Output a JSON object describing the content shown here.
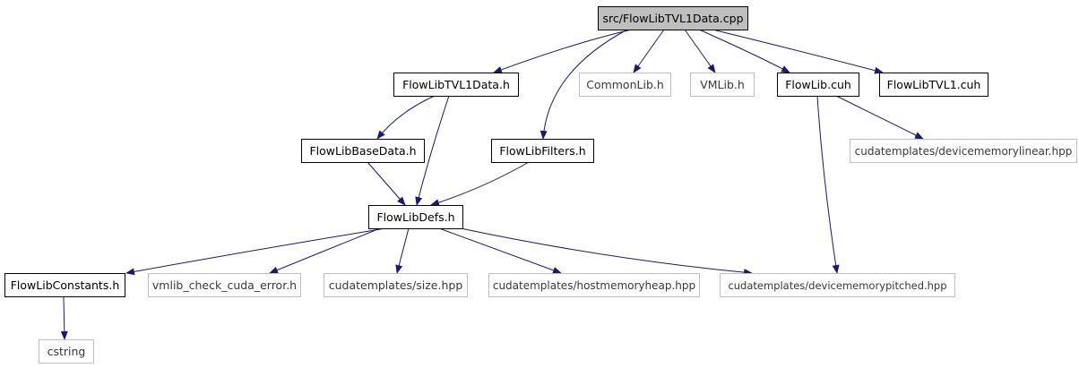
{
  "colors": {
    "edge": "#191970",
    "root_fill": "#bfbfbf",
    "node_border": "#000000",
    "external_border": "#bfbfbf",
    "background": "#ffffff"
  },
  "nodes": [
    {
      "id": "root",
      "label": "src/FlowLibTVL1Data.cpp",
      "kind": "root"
    },
    {
      "id": "tvl1data",
      "label": "FlowLibTVL1Data.h",
      "kind": "file"
    },
    {
      "id": "commonlib",
      "label": "CommonLib.h",
      "kind": "external"
    },
    {
      "id": "vmlib",
      "label": "VMLib.h",
      "kind": "external"
    },
    {
      "id": "flowlibcuh",
      "label": "FlowLib.cuh",
      "kind": "file"
    },
    {
      "id": "tvl1cuh",
      "label": "FlowLibTVL1.cuh",
      "kind": "file"
    },
    {
      "id": "basedata",
      "label": "FlowLibBaseData.h",
      "kind": "file"
    },
    {
      "id": "filters",
      "label": "FlowLibFilters.h",
      "kind": "file"
    },
    {
      "id": "devlinear",
      "label": "cudatemplates/devicememorylinear.hpp",
      "kind": "external"
    },
    {
      "id": "defs",
      "label": "FlowLibDefs.h",
      "kind": "file"
    },
    {
      "id": "constants",
      "label": "FlowLibConstants.h",
      "kind": "file"
    },
    {
      "id": "vmlibcheck",
      "label": "vmlib_check_cuda_error.h",
      "kind": "external"
    },
    {
      "id": "size",
      "label": "cudatemplates/size.hpp",
      "kind": "external"
    },
    {
      "id": "hostheap",
      "label": "cudatemplates/hostmemoryheap.hpp",
      "kind": "external"
    },
    {
      "id": "devpitched",
      "label": "cudatemplates/devicememorypitched.hpp",
      "kind": "external"
    },
    {
      "id": "cstring",
      "label": "cstring",
      "kind": "external"
    }
  ],
  "edges": [
    {
      "from": "root",
      "to": "tvl1data"
    },
    {
      "from": "root",
      "to": "filters"
    },
    {
      "from": "root",
      "to": "commonlib"
    },
    {
      "from": "root",
      "to": "vmlib"
    },
    {
      "from": "root",
      "to": "flowlibcuh"
    },
    {
      "from": "root",
      "to": "tvl1cuh"
    },
    {
      "from": "tvl1data",
      "to": "basedata"
    },
    {
      "from": "tvl1data",
      "to": "defs"
    },
    {
      "from": "basedata",
      "to": "defs"
    },
    {
      "from": "filters",
      "to": "defs"
    },
    {
      "from": "flowlibcuh",
      "to": "devlinear"
    },
    {
      "from": "flowlibcuh",
      "to": "devpitched"
    },
    {
      "from": "defs",
      "to": "constants"
    },
    {
      "from": "defs",
      "to": "vmlibcheck"
    },
    {
      "from": "defs",
      "to": "size"
    },
    {
      "from": "defs",
      "to": "hostheap"
    },
    {
      "from": "defs",
      "to": "devpitched"
    },
    {
      "from": "constants",
      "to": "cstring"
    }
  ]
}
